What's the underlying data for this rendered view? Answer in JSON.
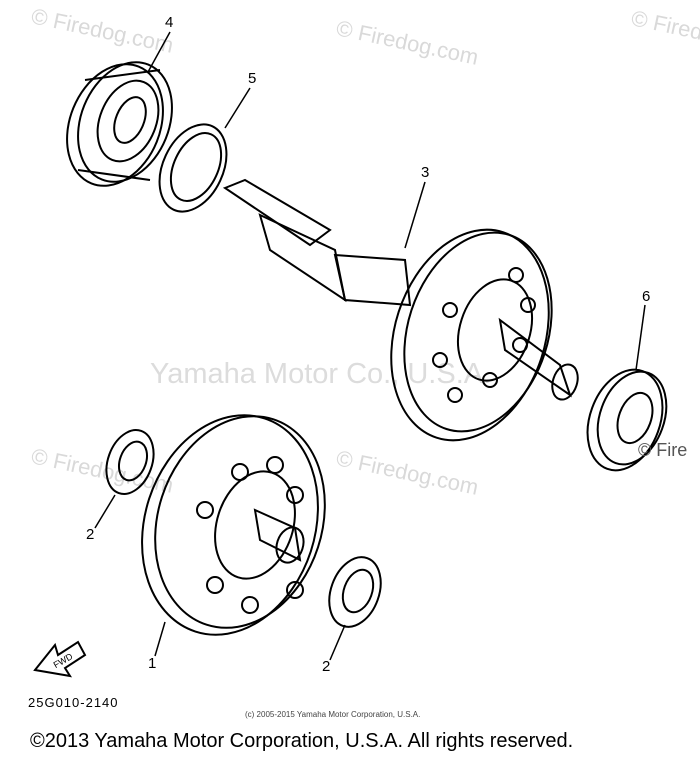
{
  "watermarks": {
    "firedog": "© Firedog.com",
    "firedog_partial": "© Fire",
    "center": "Yamaha Motor Co., U.S.A."
  },
  "callouts": [
    "4",
    "5",
    "3",
    "6",
    "2",
    "2",
    "1"
  ],
  "fwd_label": "FWD",
  "diagram_code": "25G010-2140",
  "small_copyright": "(c) 2005-2015 Yamaha Motor Corporation, U.S.A.",
  "copyright": "©2013 Yamaha Motor Corporation, U.S.A. All rights reserved."
}
